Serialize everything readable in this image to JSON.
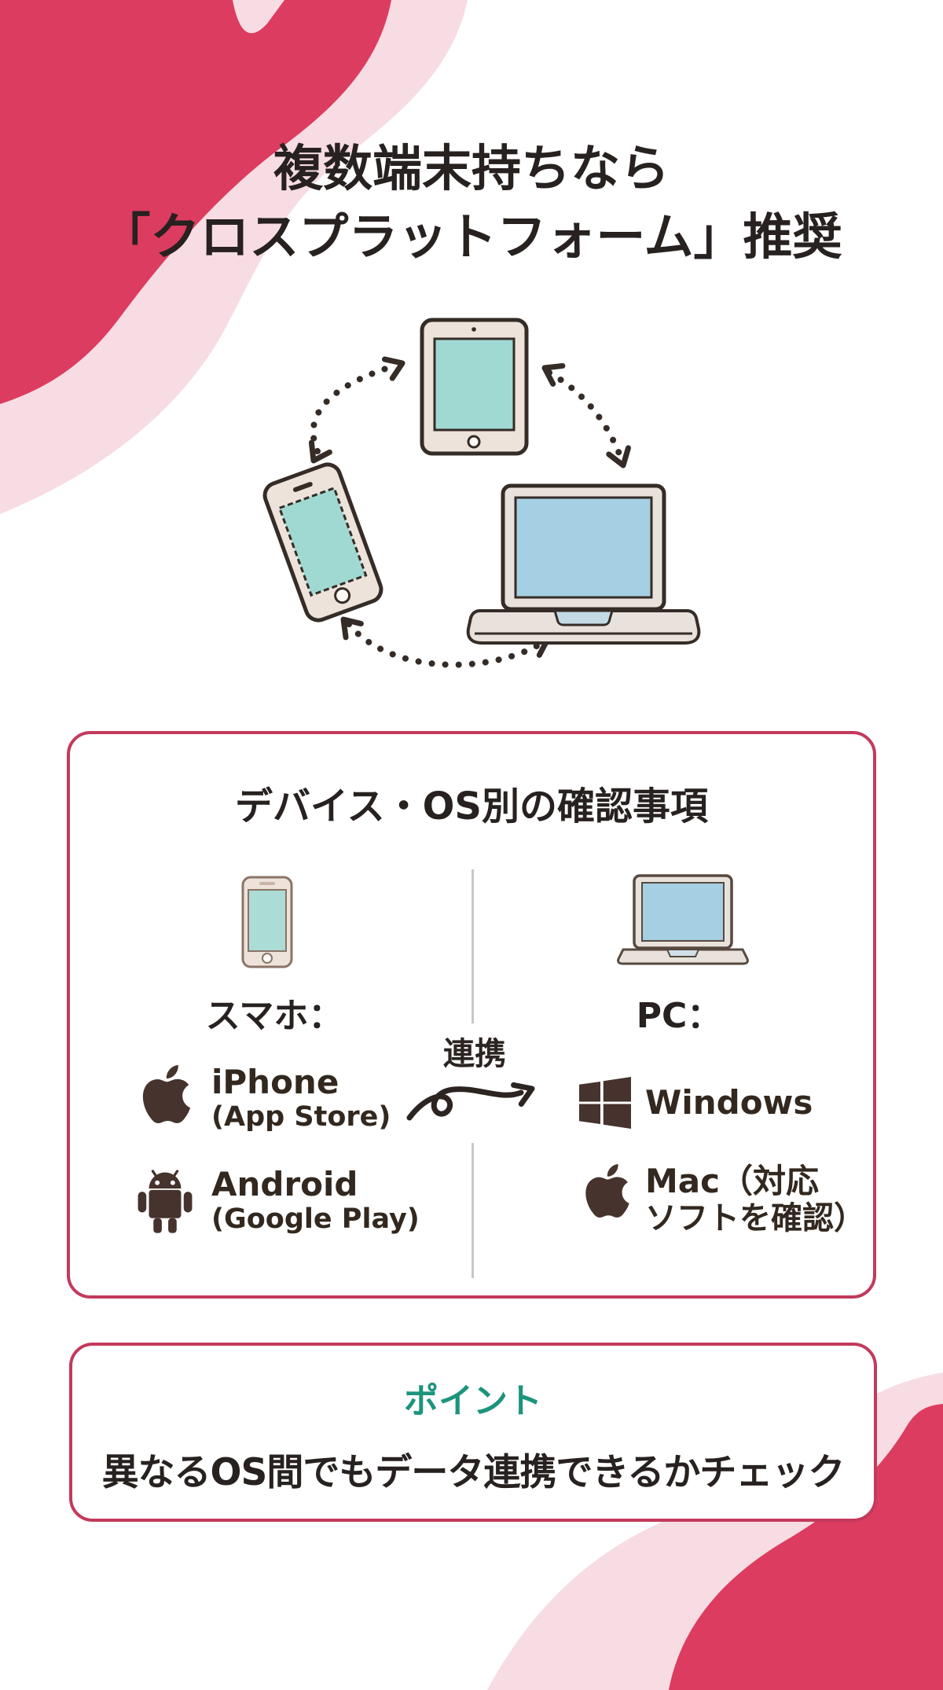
{
  "title": {
    "line1": "複数端末持ちなら",
    "line2": "「クロスプラットフォーム」推奨"
  },
  "illustration": {
    "devices": [
      "tablet",
      "smartphone",
      "laptop"
    ],
    "link_style": "dotted-circular-arrows"
  },
  "devices_box": {
    "title": "デバイス・OS別の確認事項",
    "left": {
      "label": "スマホ：",
      "icon": "smartphone-icon",
      "items": [
        {
          "icon": "apple-icon",
          "name": "iPhone",
          "note": "(App Store)"
        },
        {
          "icon": "android-icon",
          "name": "Android",
          "note": "(Google Play)"
        }
      ]
    },
    "center": {
      "label": "連携",
      "icon": "curly-arrow-icon"
    },
    "right": {
      "label": "PC：",
      "icon": "laptop-icon",
      "items": [
        {
          "icon": "windows-icon",
          "name": "Windows",
          "note": ""
        },
        {
          "icon": "apple-icon",
          "name": "Mac（対応",
          "note": "ソフトを確認）"
        }
      ]
    }
  },
  "point_box": {
    "label": "ポイント",
    "text": "異なるOS間でもデータ連携できるかチェック"
  },
  "colors": {
    "blob_red": "#dc3c5f",
    "blob_pink": "#f7dce4",
    "panel_border_red": "#c23a5c",
    "text_dark": "#272120",
    "icon_brown": "#46332e",
    "teal_accent": "#1c947c",
    "device_body_cream": "#ede3da",
    "screen_teal": "#a0d9d2",
    "screen_blue": "#a5cfe2"
  }
}
